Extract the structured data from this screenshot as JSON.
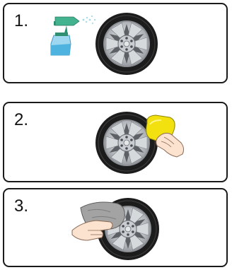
{
  "steps": [
    {
      "number": "1.",
      "icon": "spray-bottle-icon"
    },
    {
      "number": "2.",
      "icon": "sponge-icon"
    },
    {
      "number": "3.",
      "icon": "cloth-icon"
    }
  ],
  "colors": {
    "border": "#1a1a1a",
    "tire": "#1c1c1c",
    "rim": "#b8bcc0",
    "spray_bottle": "#43b38f",
    "sponge": "#f2e10f",
    "skin": "#fbe3cf",
    "cloth": "#a3a3a3"
  }
}
